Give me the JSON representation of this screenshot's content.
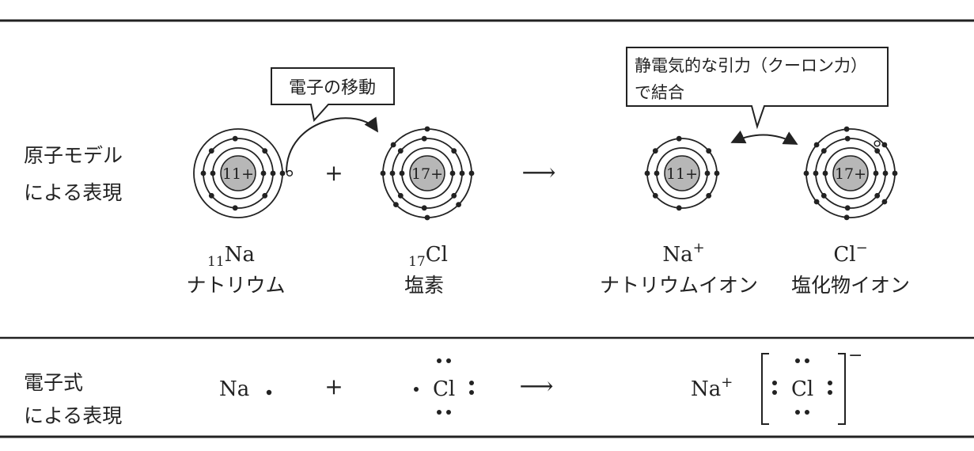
{
  "row_labels": {
    "model": {
      "line1": "原子モデル",
      "line2": "による表現"
    },
    "formula": {
      "line1": "電子式",
      "line2": "による表現"
    }
  },
  "callouts": {
    "electron_transfer": "電子の移動",
    "attraction_line1": "静電気的な引力（クーロン力）",
    "attraction_line2": "で結合"
  },
  "atoms": [
    {
      "id": "na",
      "nucleus": "11+",
      "shells": [
        2,
        8,
        1
      ],
      "symbol": "Na",
      "prefix": "11",
      "name": "ナトリウム"
    },
    {
      "id": "cl",
      "nucleus": "17+",
      "shells": [
        2,
        8,
        7
      ],
      "symbol": "Cl",
      "prefix": "17",
      "name": "塩素"
    },
    {
      "id": "na_ion",
      "nucleus": "11+",
      "shells": [
        2,
        8
      ],
      "symbol": "Na",
      "charge": "+",
      "name": "ナトリウムイオン"
    },
    {
      "id": "cl_ion",
      "nucleus": "17+",
      "shells": [
        2,
        8,
        8
      ],
      "symbol": "Cl",
      "charge": "−",
      "name": "塩化物イオン"
    }
  ],
  "operators": {
    "plus": "+",
    "arrow": "⟶"
  },
  "electron_formula": {
    "na": "Na",
    "cl": "Cl",
    "na_ion": "Na",
    "na_ion_charge": "+",
    "cl_ion": "Cl",
    "cl_ion_charge": "−"
  },
  "colors": {
    "nucleus": "#b7b7b7",
    "line": "#222222",
    "electron": "#222222"
  }
}
